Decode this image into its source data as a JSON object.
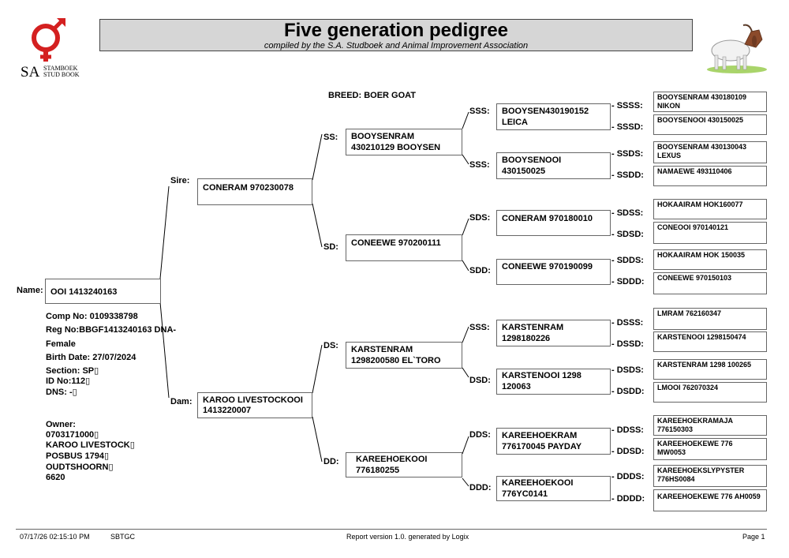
{
  "header": {
    "title": "Five generation pedigree",
    "subtitle": "compiled by the S.A. Studboek and Animal Improvement Association"
  },
  "logo": {
    "mark": "SA",
    "line1": "STAMBOEK",
    "line2": "STUD BOOK",
    "symbol_color": "#d42020"
  },
  "breed": "BREED: BOER GOAT",
  "animal": {
    "label": "Name:",
    "name": "OOI 1413240163",
    "comp_no": "Comp No: 0109338798",
    "reg_no": "Reg No:BBGF1413240163 DNA-",
    "sex": "Female",
    "birth": "Birth Date: 27/07/2024",
    "section": "Section: SP▯",
    "id_no": "ID No:112▯",
    "dns": "DNS: -▯"
  },
  "owner": {
    "label": "Owner:",
    "lines": [
      "0703171000▯",
      "KAROO LIVESTOCK▯",
      "POSBUS 1794▯",
      "OUDTSHOORN▯",
      "6620"
    ]
  },
  "gen1": {
    "sire": {
      "label": "Sire:",
      "name": "CONERAM 970230078"
    },
    "dam": {
      "label": "Dam:",
      "name": "KAROO LIVESTOCKOOI 1413220007"
    }
  },
  "gen2": {
    "ss": {
      "label": "SS:",
      "name": "BOOYSENRAM 430210129 BOOYSEN"
    },
    "sd": {
      "label": "SD:",
      "name": "CONEEWE 970200111"
    },
    "ds": {
      "label": "DS:",
      "name": "KARSTENRAM 1298200580 EL`TORO"
    },
    "dd": {
      "label": "DD:",
      "name": "KAREEHOEKOOI 776180255"
    }
  },
  "gen3": {
    "sss": {
      "label": "SSS:",
      "name": "BOOYSEN430190152 LEICA"
    },
    "ssd": {
      "label": "SSS:",
      "name": "BOOYSENOOI 430150025"
    },
    "sds": {
      "label": "SDS:",
      "name": "CONERAM 970180010"
    },
    "sdd": {
      "label": "SDD:",
      "name": "CONEEWE 970190099"
    },
    "dss": {
      "label": "SSS:",
      "name": "KARSTENRAM 1298180226"
    },
    "dsd": {
      "label": "DSD:",
      "name": "KARSTENOOI 1298 120063"
    },
    "dds": {
      "label": "DDS:",
      "name": "KAREEHOEKRAM 776170045 PAYDAY"
    },
    "ddd": {
      "label": "DDD:",
      "name": "KAREEHOEKOOI 776YC0141"
    }
  },
  "gen4": [
    {
      "label": "- SSSS:",
      "name": "BOOYSENRAM 430180109 NIKON"
    },
    {
      "label": "- SSSD:",
      "name": "BOOYSENOOI 430150025"
    },
    {
      "label": "- SSDS:",
      "name": "BOOYSENRAM 430130043 LEXUS"
    },
    {
      "label": "- SSDD:",
      "name": "NAMAEWE 493110406"
    },
    {
      "label": "- SDSS:",
      "name": "HOKAAIRAM HOK160077"
    },
    {
      "label": "- SDSD:",
      "name": "CONEOOI 970140121"
    },
    {
      "label": "- SDDS:",
      "name": "HOKAAIRAM HOK 150035"
    },
    {
      "label": "- SDDD:",
      "name": "CONEEWE 970150103"
    },
    {
      "label": "- DSSS:",
      "name": "LMRAM 762160347"
    },
    {
      "label": "- DSSD:",
      "name": "KARSTENOOI 1298150474"
    },
    {
      "label": "- DSDS:",
      "name": "KARSTENRAM 1298 100265"
    },
    {
      "label": "- DSDD:",
      "name": "LMOOI 762070324"
    },
    {
      "label": "- DDSS:",
      "name": "KAREEHOEKRAMAJA 776150303"
    },
    {
      "label": "- DDSD:",
      "name": "KAREEHOEKEWE 776 MW0053"
    },
    {
      "label": "- DDDS:",
      "name": "KAREEHOEKSLYPYSTER 776HS0084"
    },
    {
      "label": "- DDDD:",
      "name": "KAREEHOEKEWE 776 AH0059"
    }
  ],
  "footer": {
    "datetime": "07/17/26 02:15:10 PM",
    "code": "SBTGC",
    "report": "Report version 1.0. generated by Logix",
    "page": "Page 1"
  }
}
